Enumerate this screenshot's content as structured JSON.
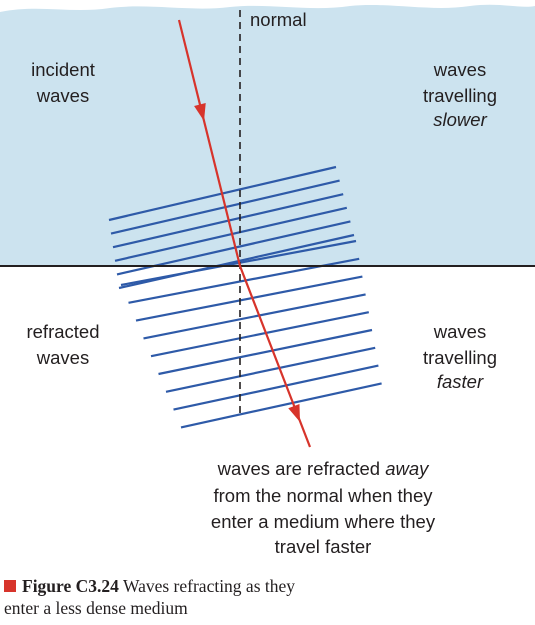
{
  "diagram": {
    "normal_label": "normal",
    "incident_label": [
      "incident",
      "waves"
    ],
    "slower_label": [
      "waves",
      "travelling",
      "slower"
    ],
    "refracted_label": [
      "refracted",
      "waves"
    ],
    "faster_label": [
      "waves",
      "travelling",
      "faster"
    ],
    "note": {
      "line1_a": "waves are refracted ",
      "line1_b": "away",
      "line2": "from the normal when they",
      "line3": "enter a medium where they",
      "line4": "travel faster"
    },
    "colors": {
      "slow_medium": "#cce3ef",
      "fast_medium": "#ffffff",
      "wavefront": "#2e5aa8",
      "ray": "#d7342b",
      "boundary": "#231f20",
      "text": "#231f20"
    },
    "incident_wavefront_count": 6,
    "refracted_wavefront_count": 9
  },
  "caption": {
    "label": "Figure C3.24",
    "text": " Waves refracting as they enter a less dense medium"
  }
}
